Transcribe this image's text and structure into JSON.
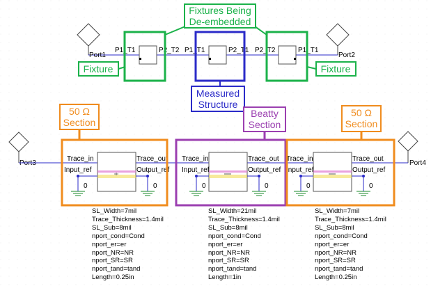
{
  "colors": {
    "wire": "#2a2ac8",
    "fixture_green": "#1bb24a",
    "measured_blue": "#2b2bc8",
    "section_orange": "#f08c1e",
    "beatty_purple": "#9b3fb0",
    "ground": "#1a8a2a",
    "dot_blue": "#2b2bc8",
    "stripe_pink": "#e07ad2",
    "stripe_yellow": "#f0d84a"
  },
  "labels": {
    "fixtures_being_deembedded_line1": "Fixtures Being",
    "fixtures_being_deembedded_line2": "De-embedded",
    "fixture_left": "Fixture",
    "fixture_right": "Fixture",
    "measured_line1": "Measured",
    "measured_line2": "Structure",
    "section50_left_line1": "50 Ω",
    "section50_left_line2": "Section",
    "beatty_line1": "Beatty",
    "beatty_line2": "Section",
    "section50_right_line1": "50 Ω",
    "section50_right_line2": "Section"
  },
  "ports": {
    "port1": "Port1",
    "port2": "Port2",
    "port3": "Port3",
    "port4": "Port4"
  },
  "pins": {
    "p1_t1": "P1_T1",
    "p2_t2": "P2_T2",
    "p2_t1": "P2_T1",
    "trace_in": "Trace_in",
    "trace_out": "Trace_out",
    "input_ref": "Input_ref",
    "output_ref": "Output_ref",
    "ground_zero": "0"
  },
  "parameters": {
    "left": [
      "SL_Width=7mil",
      "Trace_Thickness=1.4mil",
      "SL_Sub=8mil",
      "nport_cond=Cond",
      "nport_er=er",
      "nport_NR=NR",
      "nport_SR=SR",
      "nport_tand=tand",
      "Length=0.25in"
    ],
    "middle": [
      "SL_Width=21mil",
      "Trace_Thickness=1.4mil",
      "SL_Sub=8mil",
      "nport_cond=Cond",
      "nport_er=er",
      "nport_NR=NR",
      "nport_SR=SR",
      "nport_tand=tand",
      "Length=1in"
    ],
    "right": [
      "SL_Width=7mil",
      "Trace_Thickness=1.4mil",
      "SL_Sub=8mil",
      "nport_cond=Cond",
      "nport_er=er",
      "nport_NR=NR",
      "nport_SR=SR",
      "nport_tand=tand",
      "Length=0.25in"
    ]
  }
}
